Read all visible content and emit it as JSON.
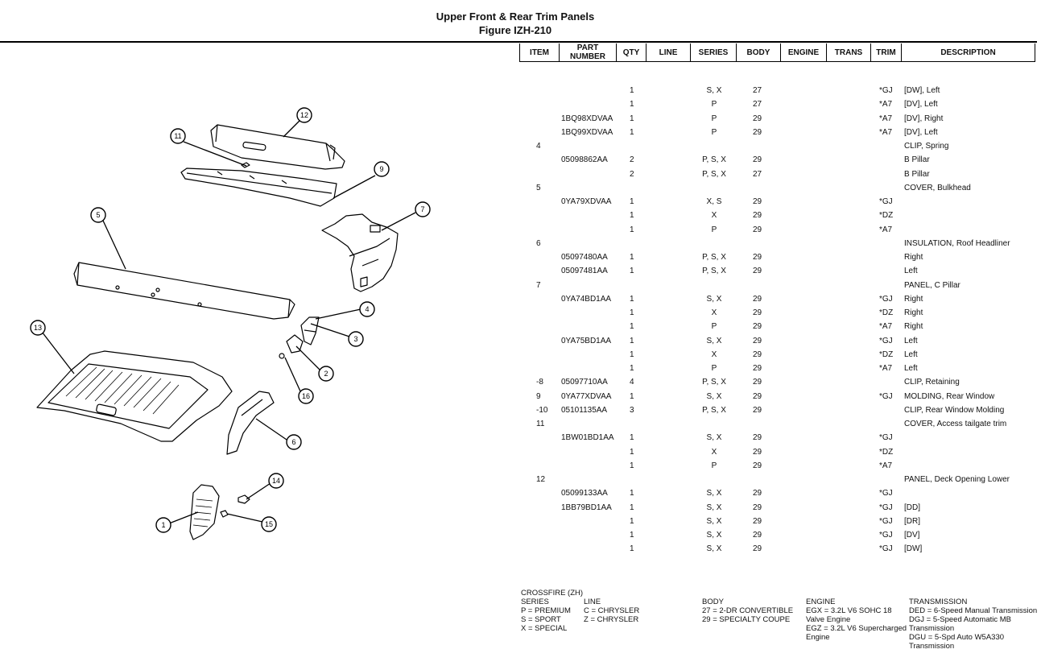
{
  "title": {
    "line1": "Upper Front & Rear Trim Panels",
    "line2": "Figure IZH-210"
  },
  "columns": [
    "ITEM",
    "PART\nNUMBER",
    "QTY",
    "LINE",
    "SERIES",
    "BODY",
    "ENGINE",
    "TRANS",
    "TRIM",
    "DESCRIPTION"
  ],
  "rows": [
    {
      "item": "",
      "part": "",
      "qty": "1",
      "series": "S, X",
      "body": "27",
      "trim": "*GJ",
      "desc": "[DW], Left"
    },
    {
      "item": "",
      "part": "",
      "qty": "1",
      "series": "P",
      "body": "27",
      "trim": "*A7",
      "desc": "[DV], Left"
    },
    {
      "item": "",
      "part": "1BQ98XDVAA",
      "qty": "1",
      "series": "P",
      "body": "29",
      "trim": "*A7",
      "desc": "[DV], Right"
    },
    {
      "item": "",
      "part": "1BQ99XDVAA",
      "qty": "1",
      "series": "P",
      "body": "29",
      "trim": "*A7",
      "desc": "[DV], Left"
    },
    {
      "item": "4",
      "part": "",
      "qty": "",
      "series": "",
      "body": "",
      "trim": "",
      "desc": "CLIP, Spring"
    },
    {
      "item": "",
      "part": "05098862AA",
      "qty": "2",
      "series": "P, S, X",
      "body": "29",
      "trim": "",
      "desc": "B Pillar"
    },
    {
      "item": "",
      "part": "",
      "qty": "2",
      "series": "P, S, X",
      "body": "27",
      "trim": "",
      "desc": "B Pillar"
    },
    {
      "item": "5",
      "part": "",
      "qty": "",
      "series": "",
      "body": "",
      "trim": "",
      "desc": "COVER, Bulkhead"
    },
    {
      "item": "",
      "part": "0YA79XDVAA",
      "qty": "1",
      "series": "X, S",
      "body": "29",
      "trim": "*GJ",
      "desc": ""
    },
    {
      "item": "",
      "part": "",
      "qty": "1",
      "series": "X",
      "body": "29",
      "trim": "*DZ",
      "desc": ""
    },
    {
      "item": "",
      "part": "",
      "qty": "1",
      "series": "P",
      "body": "29",
      "trim": "*A7",
      "desc": ""
    },
    {
      "item": "6",
      "part": "",
      "qty": "",
      "series": "",
      "body": "",
      "trim": "",
      "desc": "INSULATION, Roof Headliner"
    },
    {
      "item": "",
      "part": "05097480AA",
      "qty": "1",
      "series": "P, S, X",
      "body": "29",
      "trim": "",
      "desc": "Right"
    },
    {
      "item": "",
      "part": "05097481AA",
      "qty": "1",
      "series": "P, S, X",
      "body": "29",
      "trim": "",
      "desc": "Left"
    },
    {
      "item": "7",
      "part": "",
      "qty": "",
      "series": "",
      "body": "",
      "trim": "",
      "desc": "PANEL, C Pillar"
    },
    {
      "item": "",
      "part": "0YA74BD1AA",
      "qty": "1",
      "series": "S, X",
      "body": "29",
      "trim": "*GJ",
      "desc": "Right"
    },
    {
      "item": "",
      "part": "",
      "qty": "1",
      "series": "X",
      "body": "29",
      "trim": "*DZ",
      "desc": "Right"
    },
    {
      "item": "",
      "part": "",
      "qty": "1",
      "series": "P",
      "body": "29",
      "trim": "*A7",
      "desc": "Right"
    },
    {
      "item": "",
      "part": "0YA75BD1AA",
      "qty": "1",
      "series": "S, X",
      "body": "29",
      "trim": "*GJ",
      "desc": "Left"
    },
    {
      "item": "",
      "part": "",
      "qty": "1",
      "series": "X",
      "body": "29",
      "trim": "*DZ",
      "desc": "Left"
    },
    {
      "item": "",
      "part": "",
      "qty": "1",
      "series": "P",
      "body": "29",
      "trim": "*A7",
      "desc": "Left"
    },
    {
      "item": "-8",
      "part": "05097710AA",
      "qty": "4",
      "series": "P, S, X",
      "body": "29",
      "trim": "",
      "desc": "CLIP, Retaining"
    },
    {
      "item": "9",
      "part": "0YA77XDVAA",
      "qty": "1",
      "series": "S, X",
      "body": "29",
      "trim": "*GJ",
      "desc": "MOLDING, Rear Window"
    },
    {
      "item": "-10",
      "part": "05101135AA",
      "qty": "3",
      "series": "P, S, X",
      "body": "29",
      "trim": "",
      "desc": "CLIP, Rear Window Molding"
    },
    {
      "item": "11",
      "part": "",
      "qty": "",
      "series": "",
      "body": "",
      "trim": "",
      "desc": "COVER, Access tailgate trim"
    },
    {
      "item": "",
      "part": "1BW01BD1AA",
      "qty": "1",
      "series": "S, X",
      "body": "29",
      "trim": "*GJ",
      "desc": ""
    },
    {
      "item": "",
      "part": "",
      "qty": "1",
      "series": "X",
      "body": "29",
      "trim": "*DZ",
      "desc": ""
    },
    {
      "item": "",
      "part": "",
      "qty": "1",
      "series": "P",
      "body": "29",
      "trim": "*A7",
      "desc": ""
    },
    {
      "item": "12",
      "part": "",
      "qty": "",
      "series": "",
      "body": "",
      "trim": "",
      "desc": "PANEL, Deck Opening Lower"
    },
    {
      "item": "",
      "part": "05099133AA",
      "qty": "1",
      "series": "S, X",
      "body": "29",
      "trim": "*GJ",
      "desc": ""
    },
    {
      "item": "",
      "part": "1BB79BD1AA",
      "qty": "1",
      "series": "S, X",
      "body": "29",
      "trim": "*GJ",
      "desc": "[DD]"
    },
    {
      "item": "",
      "part": "",
      "qty": "1",
      "series": "S, X",
      "body": "29",
      "trim": "*GJ",
      "desc": "[DR]"
    },
    {
      "item": "",
      "part": "",
      "qty": "1",
      "series": "S, X",
      "body": "29",
      "trim": "*GJ",
      "desc": "[DV]"
    },
    {
      "item": "",
      "part": "",
      "qty": "1",
      "series": "S, X",
      "body": "29",
      "trim": "*GJ",
      "desc": "[DW]"
    }
  ],
  "legend": {
    "model": "CROSSFIRE (ZH)",
    "series": {
      "heading": "SERIES",
      "lines": [
        "P = PREMIUM",
        "S = SPORT",
        "X = SPECIAL"
      ]
    },
    "line": {
      "heading": "LINE",
      "lines": [
        "C = CHRYSLER",
        "Z = CHRYSLER"
      ]
    },
    "body": {
      "heading": "BODY",
      "lines": [
        "27 = 2-DR CONVERTIBLE",
        "29 = SPECIALTY COUPE"
      ]
    },
    "engine": {
      "heading": "ENGINE",
      "lines": [
        "EGX = 3.2L V6 SOHC 18",
        "Valve Engine",
        "EGZ = 3.2L V6 Supercharged",
        "Engine"
      ]
    },
    "transmission": {
      "heading": "TRANSMISSION",
      "lines": [
        "DED = 6-Speed Manual Transmission",
        "DGJ = 5-Speed Automatic MB",
        "Transmission",
        "DGU = 5-Spd Auto W5A330",
        "Transmission"
      ]
    }
  },
  "diagram": {
    "callouts": [
      "1",
      "2",
      "3",
      "4",
      "5",
      "6",
      "7",
      "9",
      "11",
      "12",
      "13",
      "14",
      "15",
      "16"
    ]
  }
}
